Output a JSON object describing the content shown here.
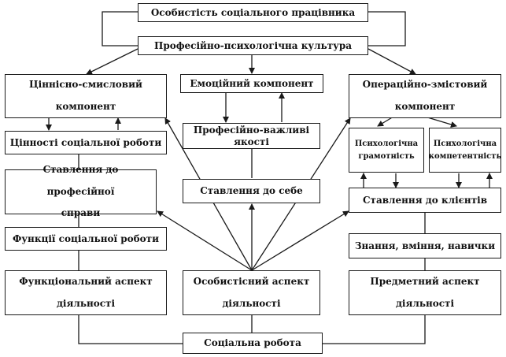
{
  "nodes": {
    "osobystist": "Особистість соціального працівника",
    "kultura": "Професійно-психологічна культура",
    "tsinnisno_l1": "Ціннісно-смисловий",
    "tsinnisno_l2": "компонент",
    "emotsiinyi": "Емоційний компонент",
    "operatsiino_l1": "Операційно-змістовий",
    "operatsiino_l2": "компонент",
    "tsinnosti": "Цінності соціальної роботи",
    "profvazhlyvi": "Професійно-важливі якості",
    "psykh_gramotnist_l1": "Психологічна",
    "psykh_gramotnist_l2": "грамотність",
    "psykh_kompetentnist_l1": "Психологічна",
    "psykh_kompetentnist_l2": "компетентність",
    "stavlennia_sprava_l1": "Ставлення до професійної",
    "stavlennia_sprava_l2": "справи",
    "stavlennia_sebe": "Ставлення до себе",
    "stavlennia_klienty": "Ставлення до клієнтів",
    "funktsii": "Функції соціальної роботи",
    "znannia": "Знання, вміння, навички",
    "funkts_aspekt_l1": "Функціональний аспект",
    "funkts_aspekt_l2": "діяльності",
    "osobyst_aspekt_l1": "Особистісний аспект",
    "osobyst_aspekt_l2": "діяльності",
    "predmet_aspekt_l1": "Предметний аспект",
    "predmet_aspekt_l2": "діяльності",
    "sotsialna_robota": "Соціальна робота"
  },
  "colors": {
    "line": "#1a1a1a",
    "box_border": "#1a1a1a",
    "text": "#111111",
    "background": "#ffffff"
  }
}
